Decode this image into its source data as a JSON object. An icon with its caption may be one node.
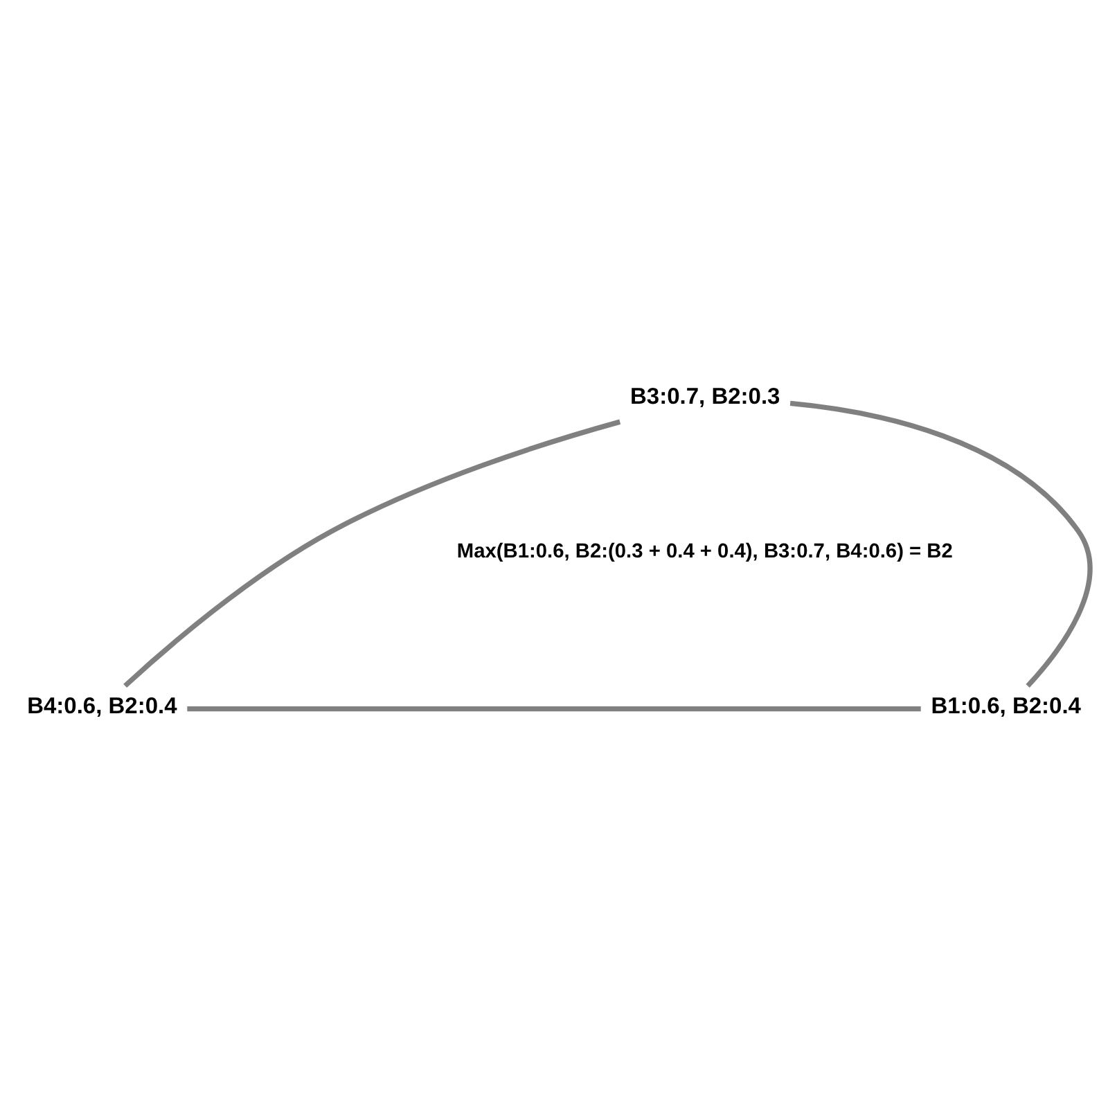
{
  "diagram": {
    "nodes": [
      {
        "text": [
          "B3:0.7, B2:0.3"
        ]
      },
      {
        "text": [
          "B4:0.6, B2:0.4"
        ]
      },
      {
        "text": [
          "B1:0.6, B2:0.4"
        ]
      }
    ],
    "edges": [
      {
        "from": 0,
        "to": 1,
        "arrow": "none"
      },
      {
        "from": 1,
        "to": 2,
        "arrow": "none"
      },
      {
        "from": 2,
        "to": 0,
        "arrow": "none"
      }
    ],
    "labels": [
      "Max(B1:0.6, B2:(0.3 + 0.4 + 0.4), B3:0.7, B4:0.6) = B2"
    ]
  }
}
